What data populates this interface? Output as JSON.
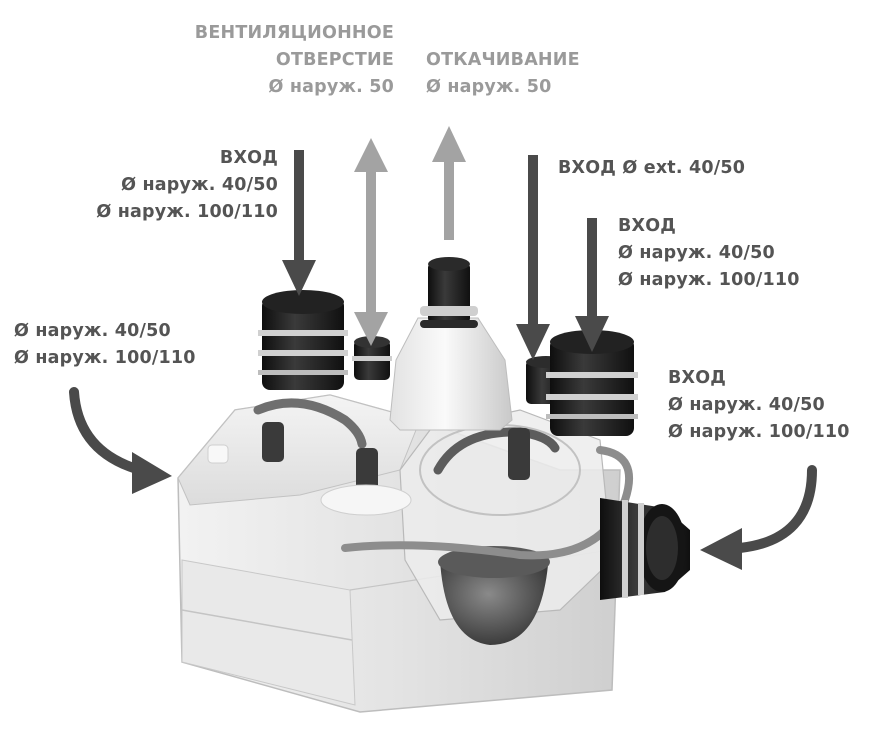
{
  "labels": {
    "vent": {
      "lines": [
        "ВЕНТИЛЯЦИОННОЕ",
        "ОТВЕРСТИЕ",
        "Ø наруж. 50"
      ]
    },
    "pump": {
      "lines": [
        "ОТКАЧИВАНИЕ",
        "Ø наруж. 50"
      ]
    },
    "inlet_top_left": {
      "lines": [
        "ВХОД",
        "Ø наруж. 40/50",
        "Ø наруж. 100/110"
      ]
    },
    "inlet_small": {
      "lines": [
        "ВХОД Ø ext. 40/50"
      ]
    },
    "inlet_top_right": {
      "lines": [
        "ВХОД",
        "Ø наруж. 40/50",
        "Ø наруж. 100/110"
      ]
    },
    "inlet_side_left": {
      "lines": [
        "Ø наруж. 40/50",
        "Ø наруж. 100/110"
      ]
    },
    "inlet_side_right": {
      "lines": [
        "ВХОД",
        "Ø наруж. 40/50",
        "Ø наруж. 100/110"
      ]
    }
  },
  "colors": {
    "dark_text": "#545454",
    "light_text": "#9a9a9a",
    "dark_arrow": "#4a4a4a",
    "light_arrow": "#a3a3a3",
    "body": "#e6e6e6",
    "rubber": "#1c1c1c"
  }
}
